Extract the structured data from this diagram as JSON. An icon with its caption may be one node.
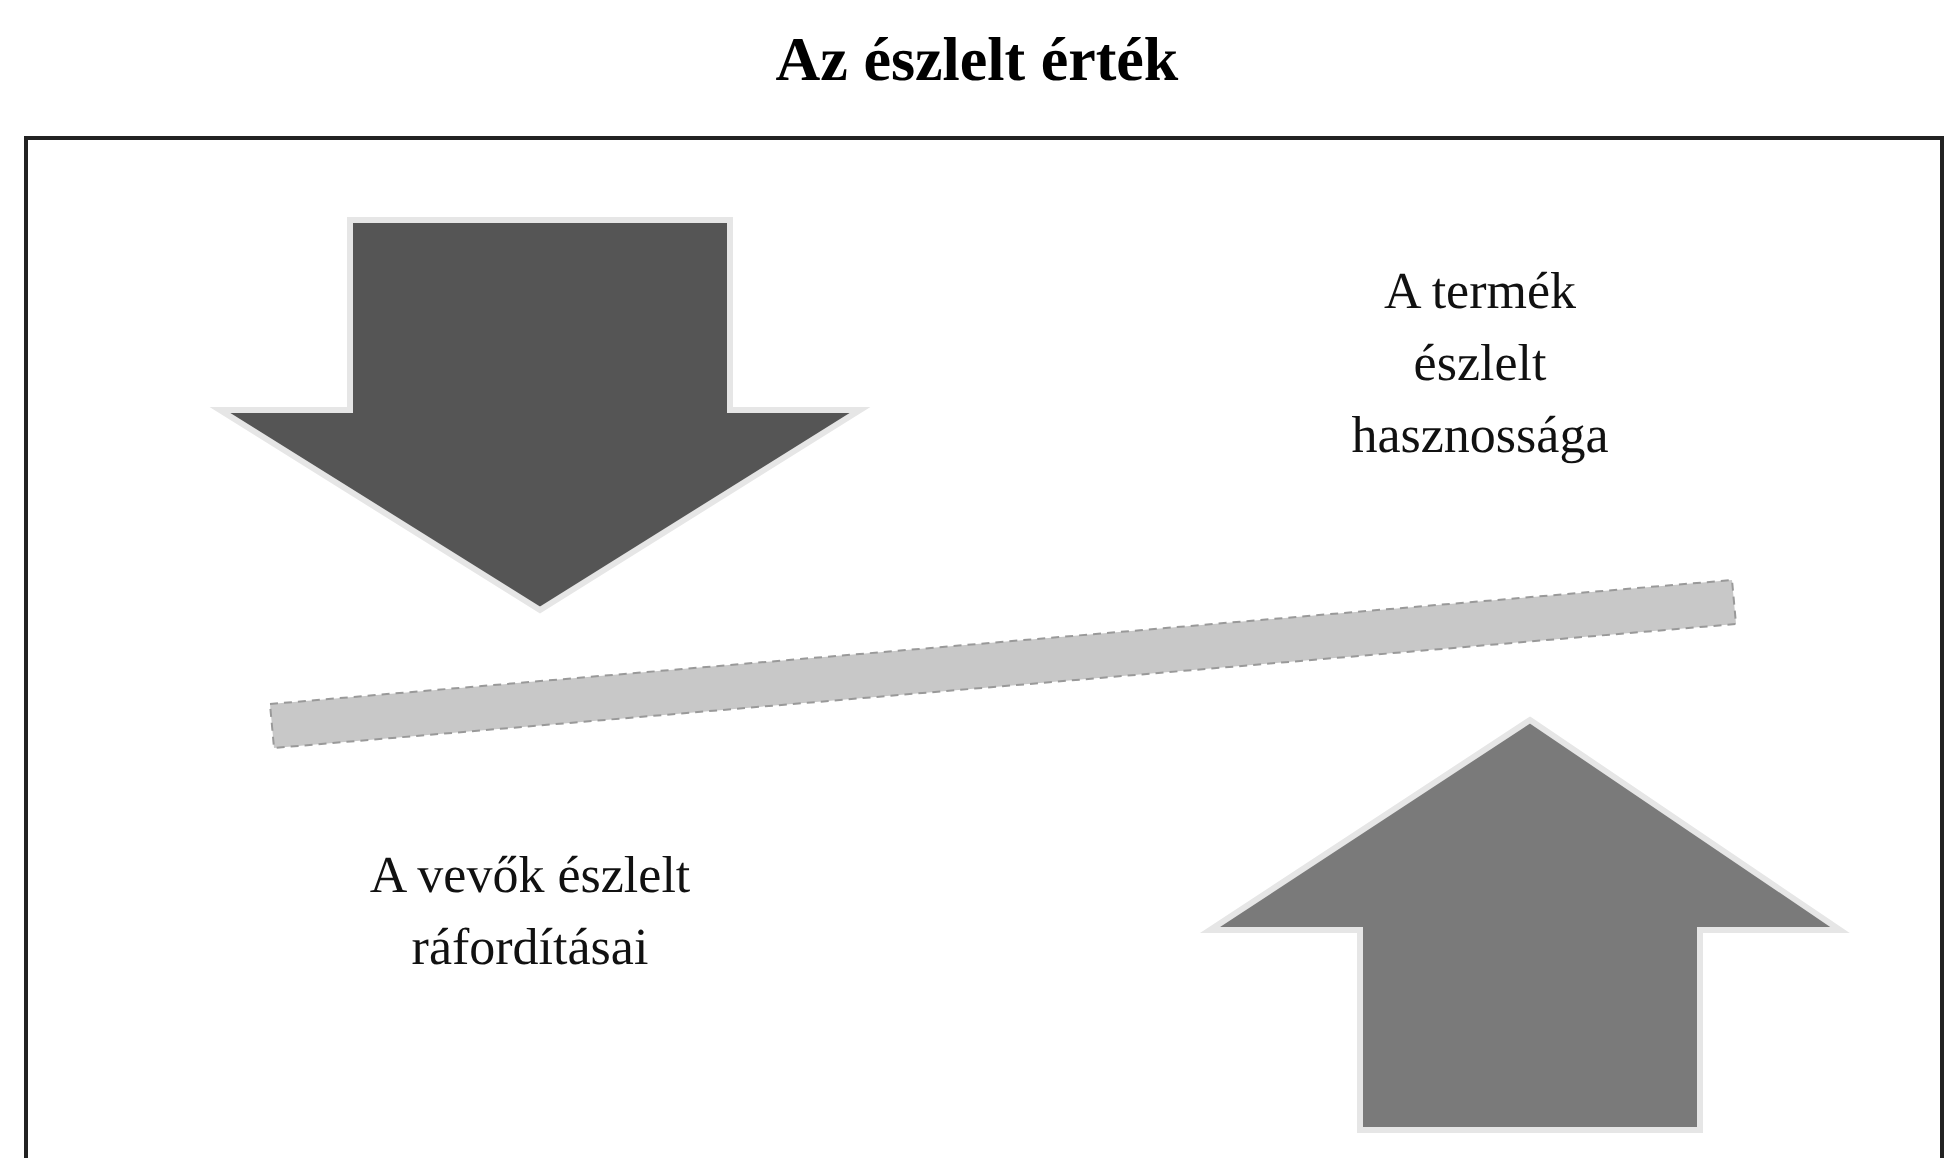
{
  "diagram": {
    "title": "Az észlelt érték",
    "labels": [
      "A termék észlelt hasznossága",
      "A vevők észlelt ráfordításai"
    ]
  }
}
